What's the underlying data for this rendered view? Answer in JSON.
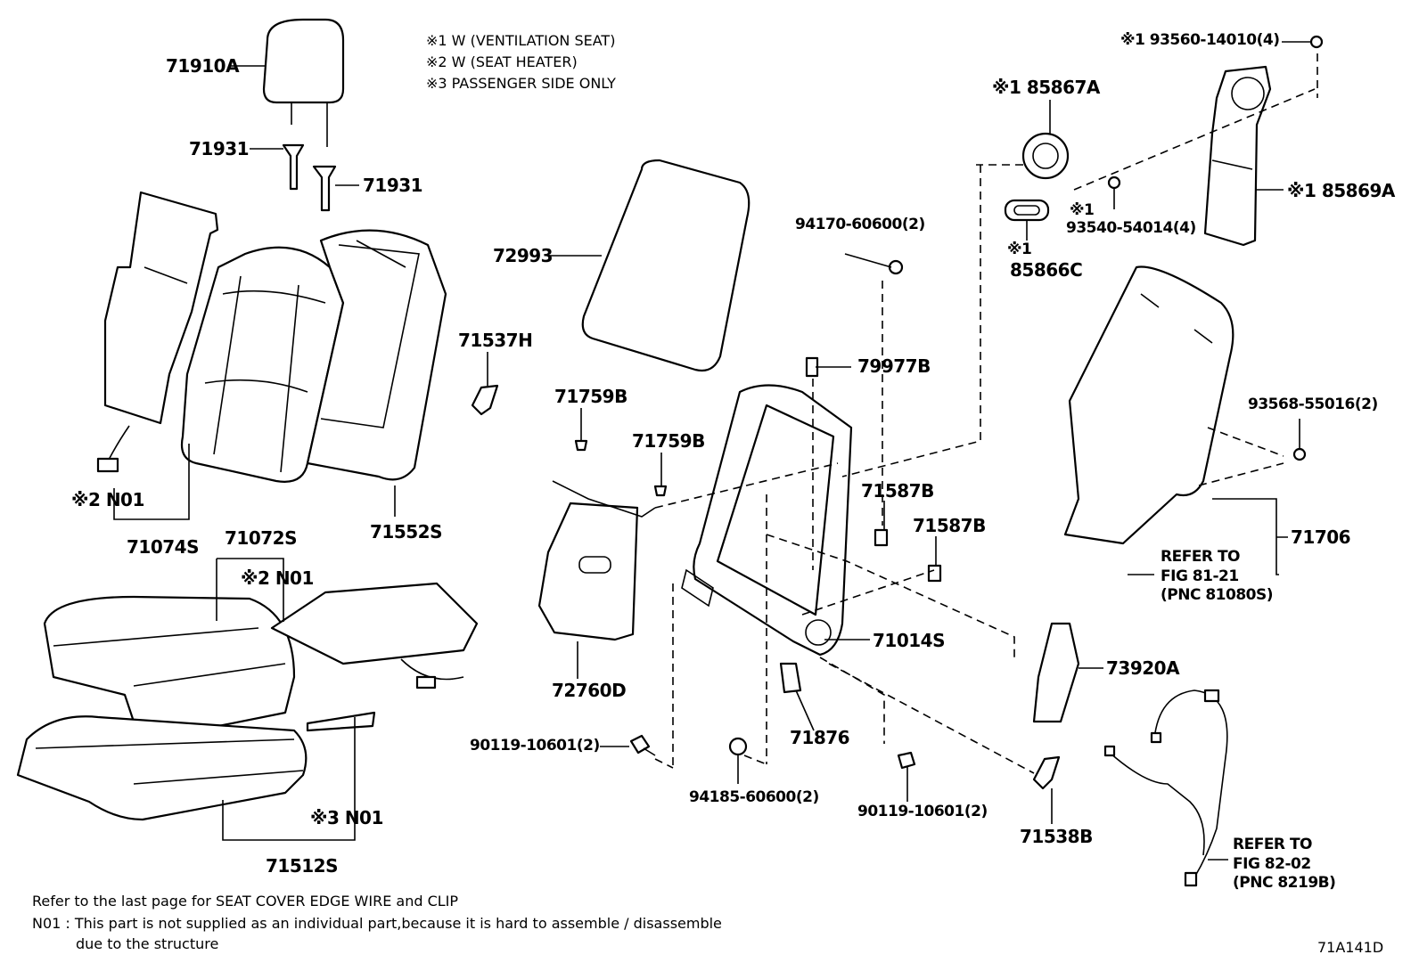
{
  "notes": {
    "n1": "※1  W (VENTILATION  SEAT)",
    "n2": "※2  W (SEAT  HEATER)",
    "n3": "※3  PASSENGER SIDE ONLY"
  },
  "labels": {
    "p71910A": "71910A",
    "p71931a": "71931",
    "p71931b": "71931",
    "p72993": "72993",
    "p71537H": "71537H",
    "p71759Ba": "71759B",
    "p71759Bb": "71759B",
    "p94170": "94170-60600(2)",
    "p79977B": "79977B",
    "p71587Ba": "71587B",
    "p71587Bb": "71587B",
    "p71014S": "71014S",
    "p72760D": "72760D",
    "p71876": "71876",
    "p90119a": "90119-10601(2)",
    "p94185": "94185-60600(2)",
    "p90119b": "90119-10601(2)",
    "p71538B": "71538B",
    "p73920A": "73920A",
    "p93560": "※1 93560-14010(4)",
    "p85867A": "※1 85867A",
    "p85869A": "※1 85869A",
    "p93540mark": "※1",
    "p93540": "93540-54014(4)",
    "p85866Cmark": "※1",
    "p85866C": "85866C",
    "p93568": "93568-55016(2)",
    "p71706": "71706",
    "ref1a": "REFER  TO",
    "ref1b": "FIG  81-21",
    "ref1c": "(PNC  81080S)",
    "ref2a": "REFER  TO",
    "ref2b": "FIG  82-02",
    "ref2c": "(PNC  8219B)",
    "pN01a": "※2 N01",
    "p71074S": "71074S",
    "p71552S": "71552S",
    "p71072S": "71072S",
    "pN01b": "※2 N01",
    "pN01c": "※3 N01",
    "p71512S": "71512S"
  },
  "footer": {
    "line1": "Refer to the last page for SEAT COVER EDGE WIRE and CLIP",
    "line2": "N01 : This part is not supplied as an individual part,because it is hard to assemble / disassemble",
    "line3": "due to the structure",
    "code": "71A141D"
  }
}
